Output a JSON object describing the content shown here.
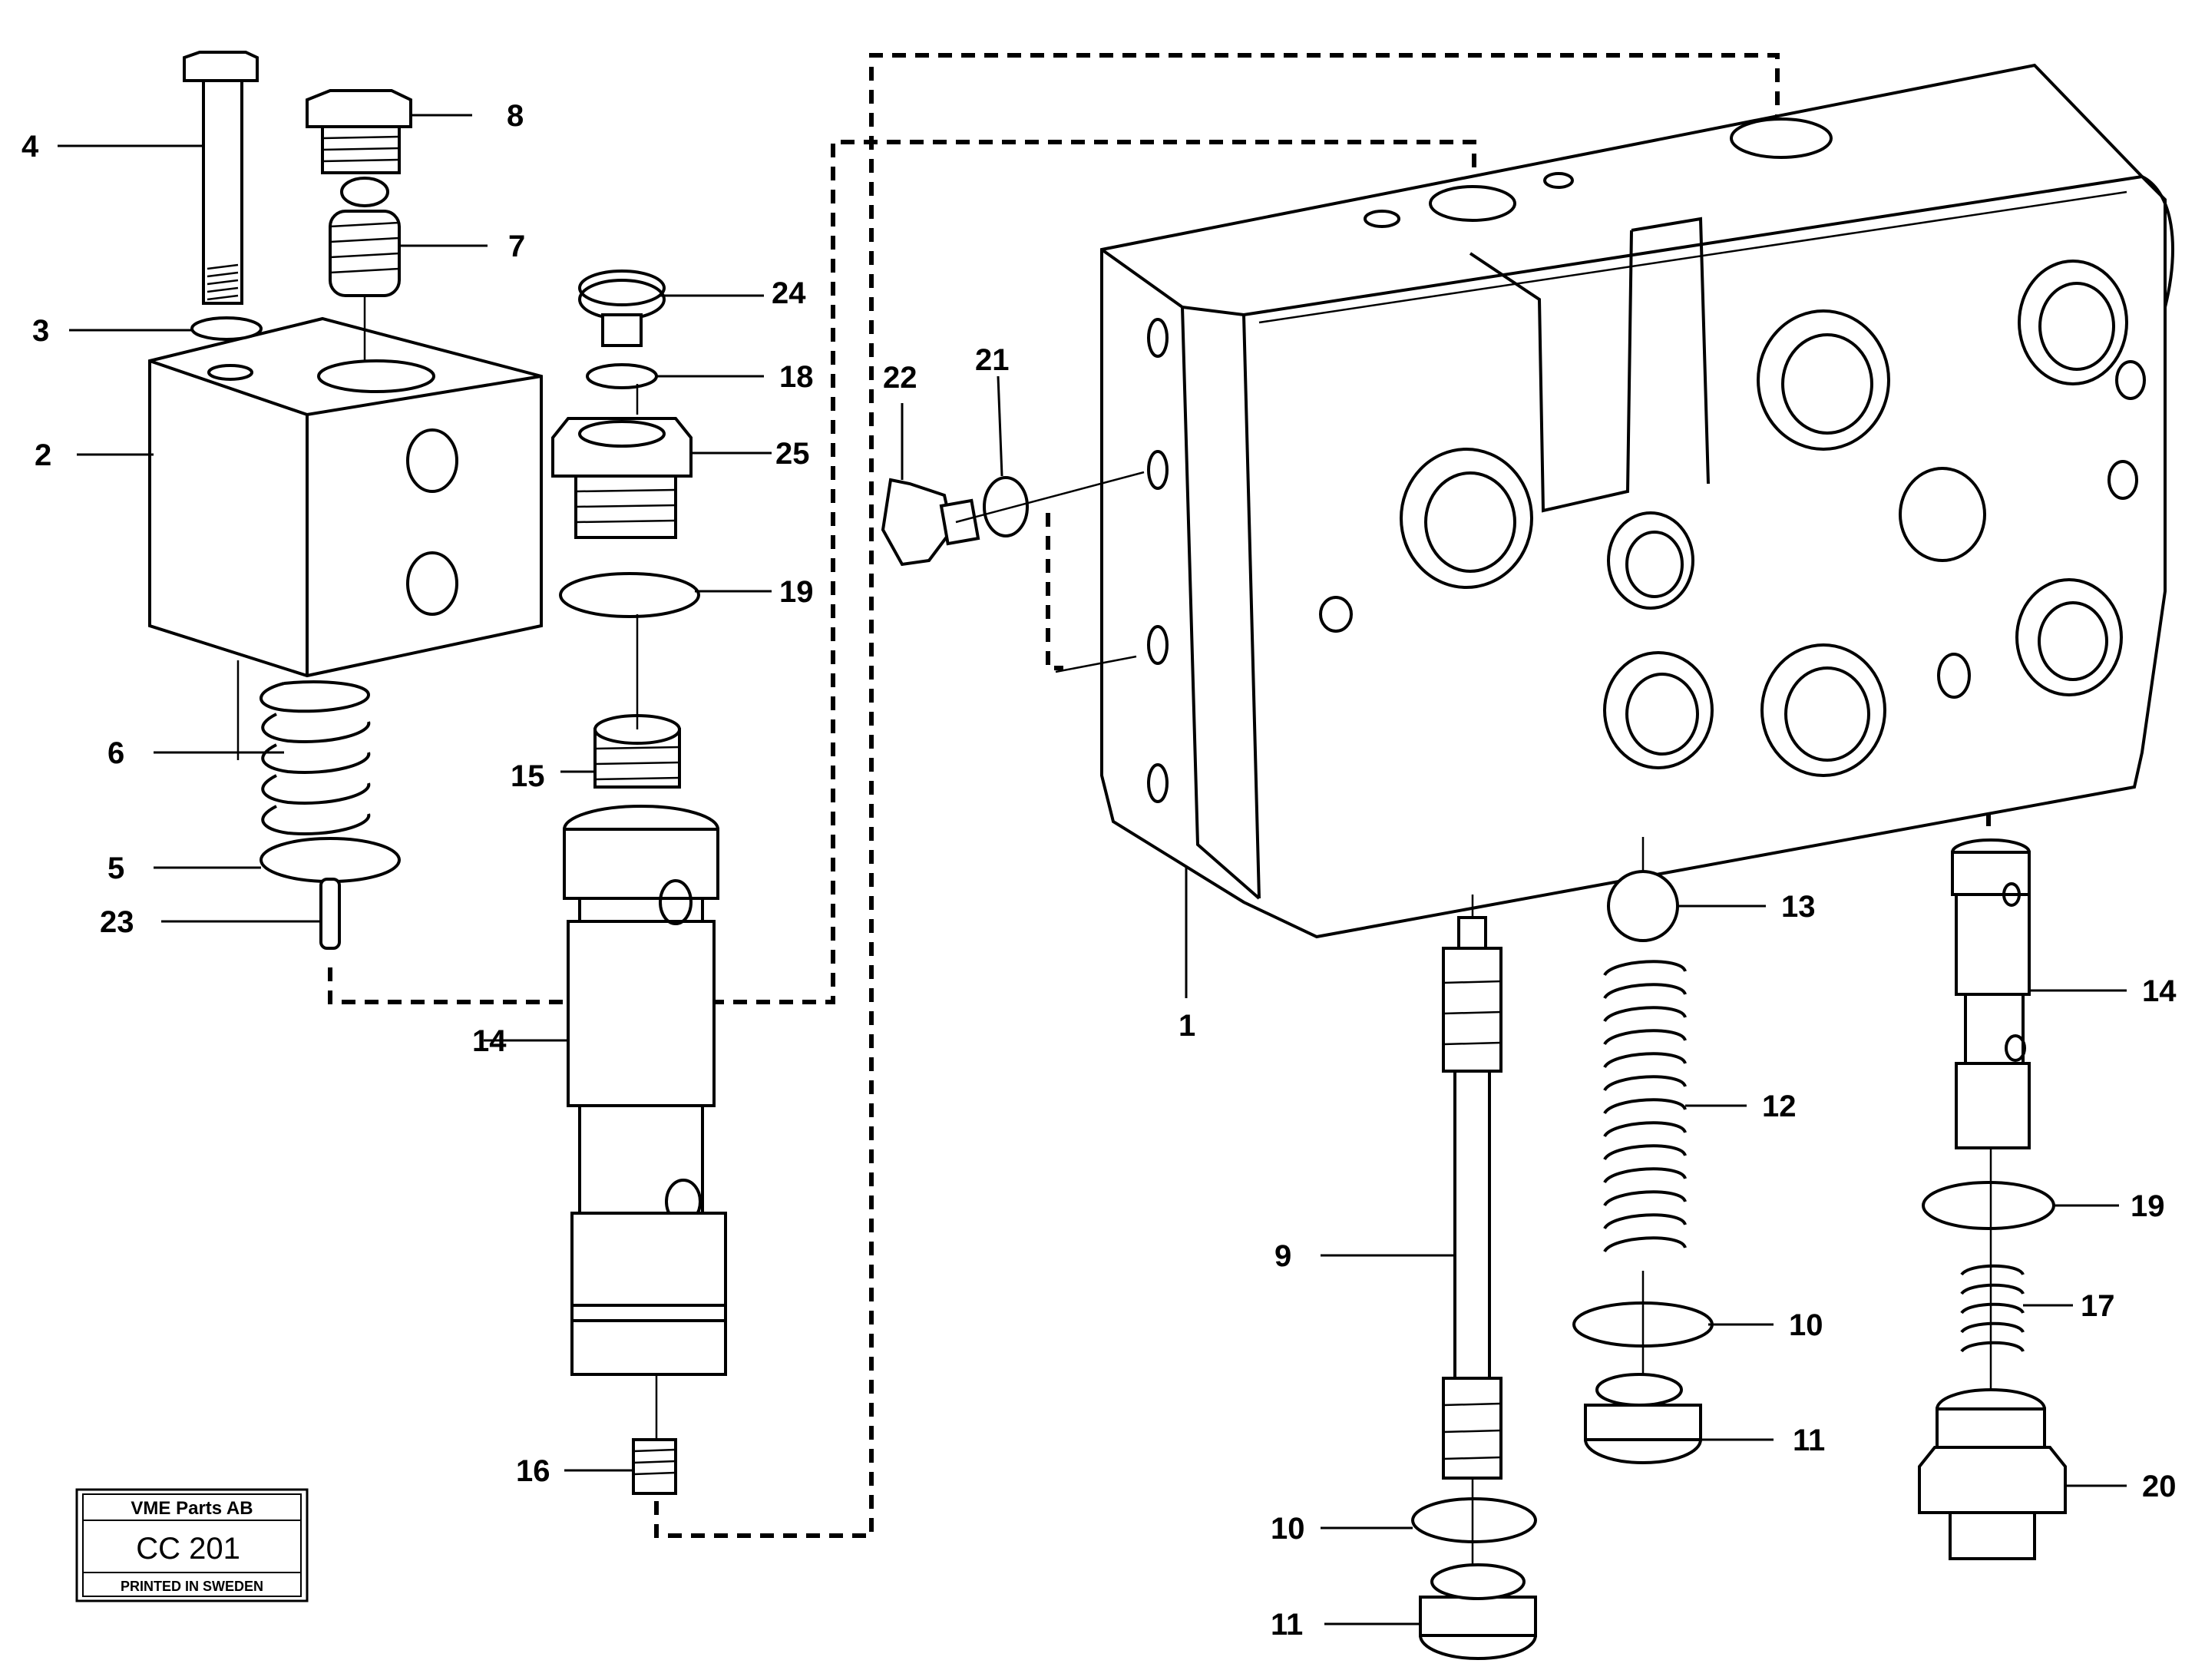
{
  "callouts": [
    {
      "id": "4",
      "label": "4"
    },
    {
      "id": "8",
      "label": "8"
    },
    {
      "id": "7",
      "label": "7"
    },
    {
      "id": "3",
      "label": "3"
    },
    {
      "id": "2",
      "label": "2"
    },
    {
      "id": "6",
      "label": "6"
    },
    {
      "id": "5",
      "label": "5"
    },
    {
      "id": "23",
      "label": "23"
    },
    {
      "id": "24",
      "label": "24"
    },
    {
      "id": "18",
      "label": "18"
    },
    {
      "id": "25",
      "label": "25"
    },
    {
      "id": "19a",
      "label": "19"
    },
    {
      "id": "15",
      "label": "15"
    },
    {
      "id": "14a",
      "label": "14"
    },
    {
      "id": "16",
      "label": "16"
    },
    {
      "id": "22",
      "label": "22"
    },
    {
      "id": "21",
      "label": "21"
    },
    {
      "id": "1",
      "label": "1"
    },
    {
      "id": "13",
      "label": "13"
    },
    {
      "id": "12",
      "label": "12"
    },
    {
      "id": "9",
      "label": "9"
    },
    {
      "id": "10a",
      "label": "10"
    },
    {
      "id": "11a",
      "label": "11"
    },
    {
      "id": "10b",
      "label": "10"
    },
    {
      "id": "11b",
      "label": "11"
    },
    {
      "id": "14b",
      "label": "14"
    },
    {
      "id": "19b",
      "label": "19"
    },
    {
      "id": "17",
      "label": "17"
    },
    {
      "id": "20",
      "label": "20"
    }
  ],
  "stamp": {
    "company": "VME Parts AB",
    "code": "CC 201",
    "printed": "PRINTED IN SWEDEN"
  }
}
